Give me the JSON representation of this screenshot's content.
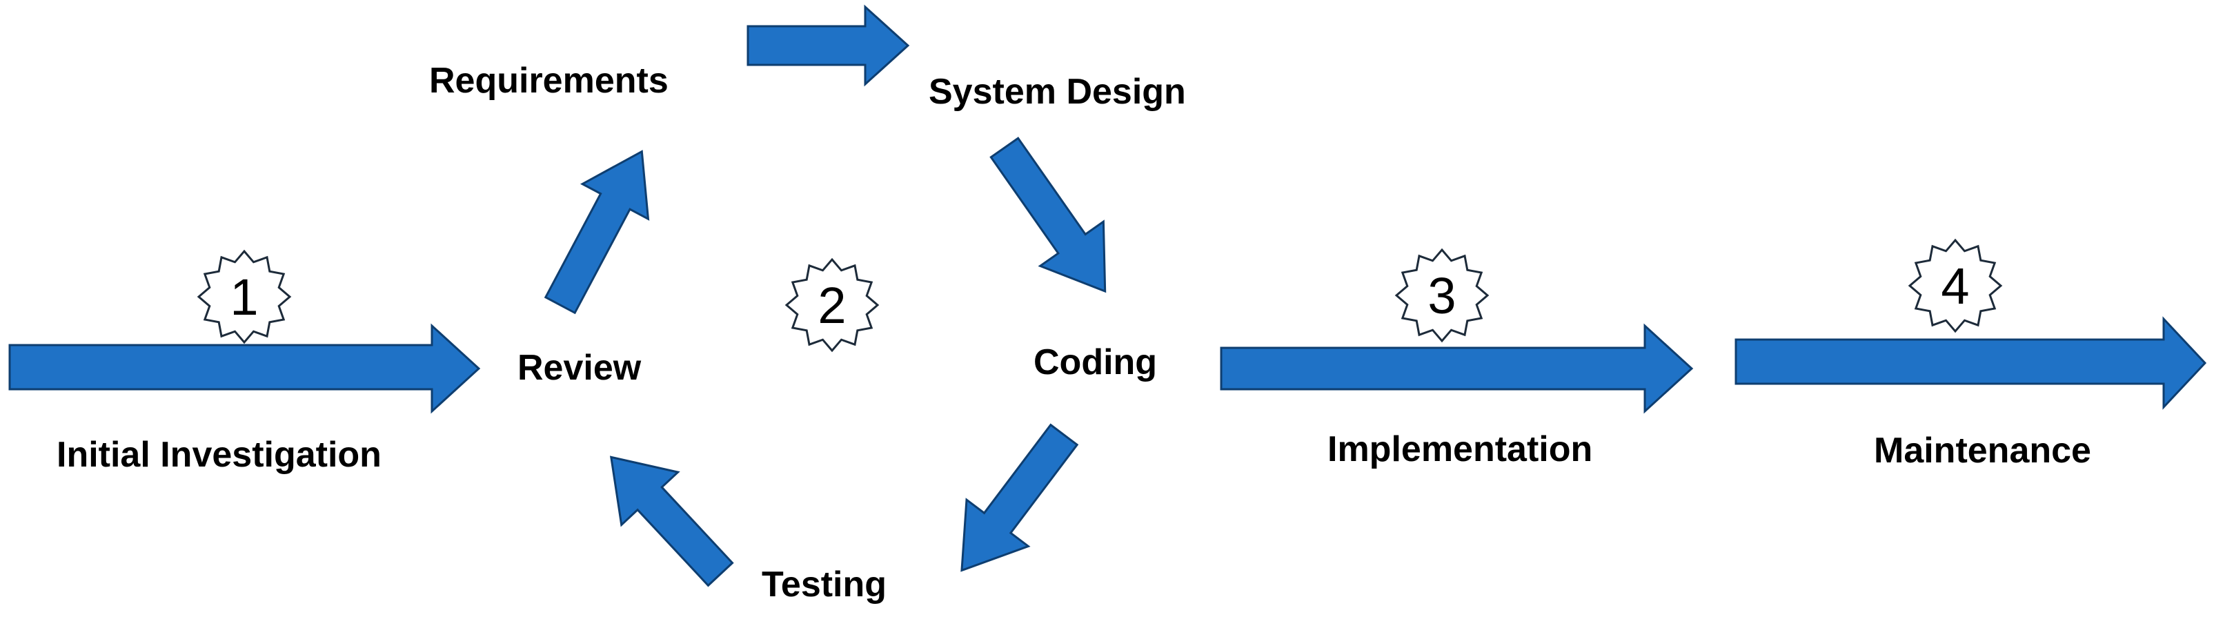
{
  "diagram": {
    "stages": {
      "initial_investigation": "Initial Investigation",
      "review": "Review",
      "requirements": "Requirements",
      "system_design": "System Design",
      "coding": "Coding",
      "testing": "Testing",
      "implementation": "Implementation",
      "maintenance": "Maintenance"
    },
    "badges": {
      "phase_1": "1",
      "phase_2": "2",
      "phase_3": "3",
      "phase_4": "4"
    },
    "colors": {
      "arrow_fill": "#1f72c6",
      "arrow_outline": "#0e3e70",
      "badge_outline": "#1d2b3a",
      "text": "#000000"
    },
    "icons": {
      "arrow": "block-arrow-icon",
      "badge": "starburst-badge-icon"
    }
  }
}
